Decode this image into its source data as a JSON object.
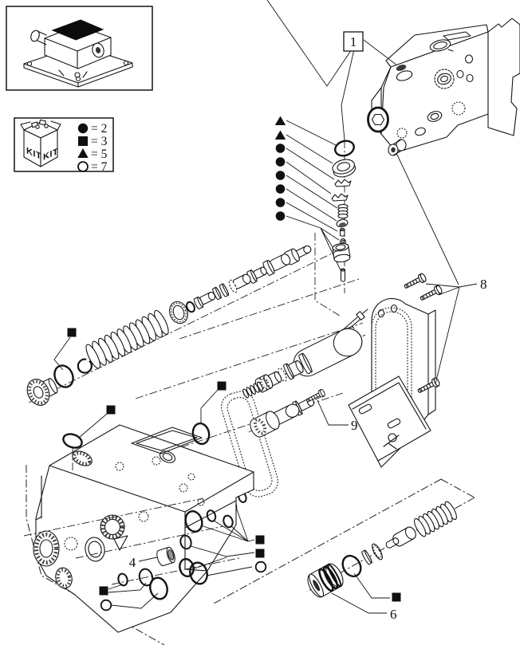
{
  "colors": {
    "ink": "#141414",
    "paper": "#ffffff"
  },
  "legend": {
    "kit_label": "KIT",
    "rows": [
      {
        "symbol": "filled-circle",
        "value": "= 2"
      },
      {
        "symbol": "filled-square",
        "value": "= 3"
      },
      {
        "symbol": "filled-triangle",
        "value": "= 5"
      },
      {
        "symbol": "open-circle",
        "value": "= 7"
      }
    ]
  },
  "part_labels": {
    "valve_assembly": "1",
    "bushing": "4",
    "plug": "6",
    "cover_screws": "8",
    "set_screw": "9"
  }
}
